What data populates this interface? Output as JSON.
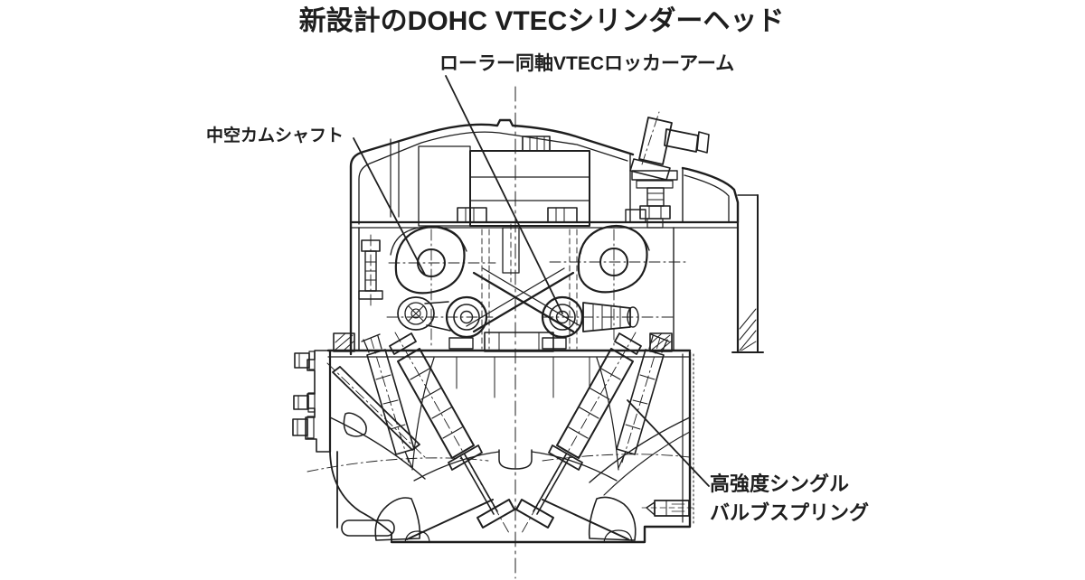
{
  "figure": {
    "title": "新設計のDOHC VTECシリンダーヘッド",
    "labels": {
      "rocker_arm": "ローラー同軸VTECロッカーアーム",
      "camshaft": "中空カムシャフト",
      "valve_spring_line1": "高強度シングル",
      "valve_spring_line2": "バルブスプリング"
    },
    "colors": {
      "background": "#ffffff",
      "ink": "#1e1e1e"
    }
  }
}
